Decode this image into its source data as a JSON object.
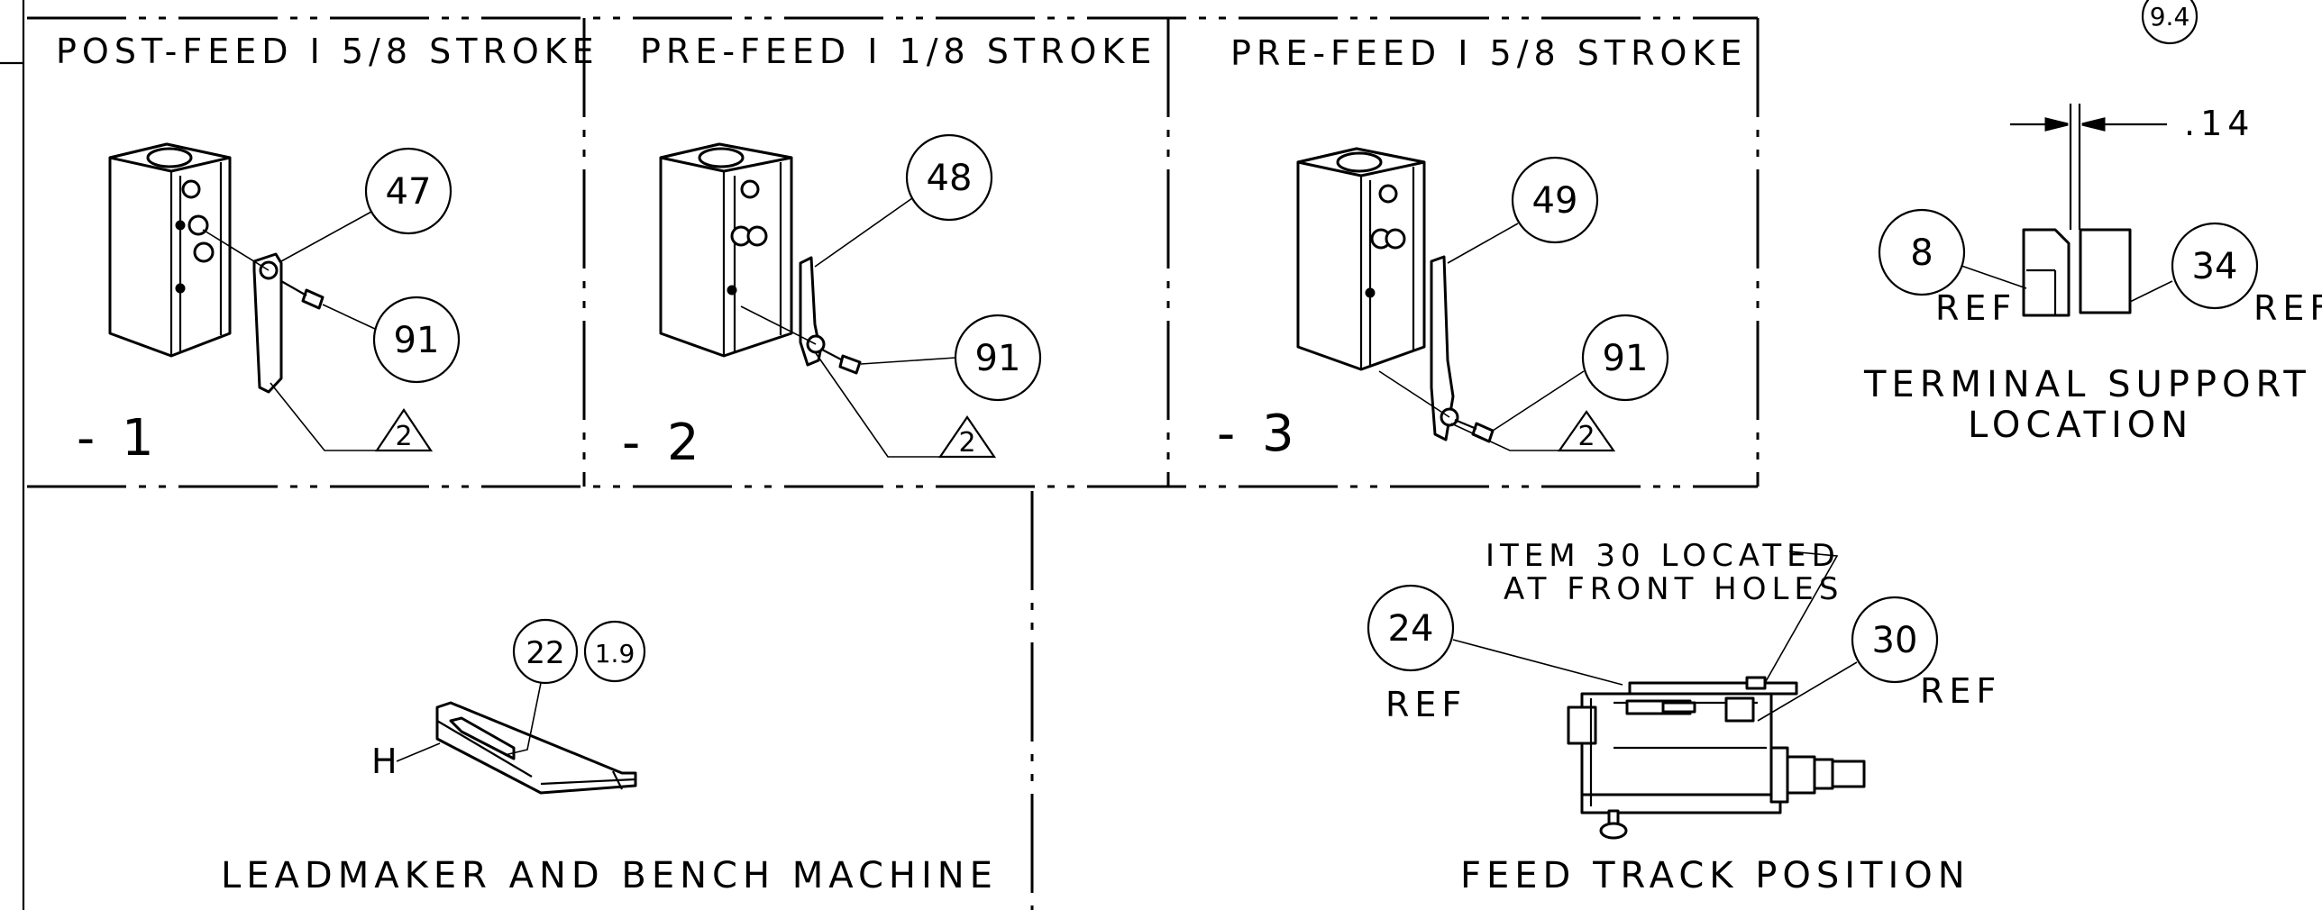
{
  "views": {
    "v1": {
      "title": "POST-FEED I 5/8 STROKE",
      "dash": "- 1",
      "balloon_a": "47",
      "balloon_b": "91",
      "flag": "2"
    },
    "v2": {
      "title": "PRE-FEED I 1/8 STROKE",
      "dash": "- 2",
      "balloon_a": "48",
      "balloon_b": "91",
      "flag": "2"
    },
    "v3": {
      "title": "PRE-FEED I 5/8 STROKE",
      "dash": "- 3",
      "balloon_a": "49",
      "balloon_b": "91",
      "flag": "2"
    }
  },
  "terminal_support": {
    "top_balloon": "9.4",
    "dimension": ".14",
    "left_balloon": "8",
    "left_ref": "REF",
    "right_balloon": "34",
    "right_ref": "REF",
    "caption_line1": "TERMINAL SUPPORT",
    "caption_line2": "LOCATION"
  },
  "leadmaker": {
    "balloon_a": "22",
    "balloon_b": "1.9",
    "letter": "H",
    "caption": "LEADMAKER AND BENCH MACHINE"
  },
  "feed_track": {
    "note_line1": "ITEM 30 LOCATED",
    "note_line2": "AT FRONT HOLES",
    "left_balloon": "24",
    "left_ref": "REF",
    "right_balloon": "30",
    "right_ref": "REF",
    "caption": "FEED TRACK POSITION"
  },
  "colors": {
    "ink": "#000000",
    "paper": "#ffffff"
  }
}
